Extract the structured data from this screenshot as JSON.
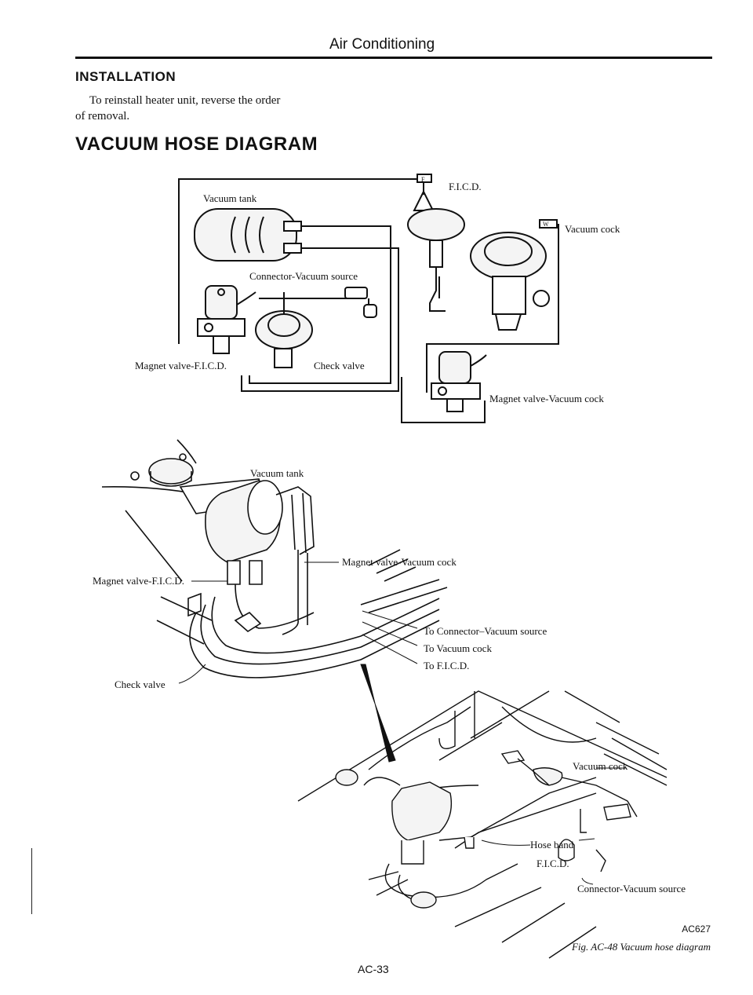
{
  "header": {
    "title": "Air Conditioning"
  },
  "installation": {
    "heading": "INSTALLATION",
    "text": "To reinstall heater unit, reverse the order of removal."
  },
  "vacuum_section": {
    "heading": "VACUUM HOSE DIAGRAM"
  },
  "schematic": {
    "labels": {
      "vacuum_tank": "Vacuum tank",
      "fcd": "F.I.C.D.",
      "vacuum_cock": "Vacuum cock",
      "connector_vacuum_source": "Connector-Vacuum source",
      "magnet_valve_fcd": "Magnet valve-F.I.C.D.",
      "check_valve": "Check valve",
      "magnet_valve_vacuum_cock": "Magnet valve-Vacuum cock",
      "tag_f": "F",
      "tag_w": "W"
    }
  },
  "engine_view": {
    "labels": {
      "vacuum_tank": "Vacuum tank",
      "magnet_valve_vacuum_cock": "Magnet valve-Vacuum cock",
      "magnet_valve_fcd": "Magnet valve-F.I.C.D.",
      "check_valve": "Check valve",
      "to_connector": "To Connector–Vacuum source",
      "to_vacuum_cock": "To Vacuum cock",
      "to_fcd": "To F.I.C.D."
    }
  },
  "bay_view": {
    "labels": {
      "vacuum_cock": "Vacuum cock",
      "hose_band": "Hose band",
      "fcd": "F.I.C.D.",
      "connector_vacuum_source": "Connector-Vacuum source"
    }
  },
  "figure": {
    "code": "AC627",
    "caption": "Fig. AC-48  Vacuum hose diagram"
  },
  "footer": {
    "page_number": "AC-33"
  }
}
